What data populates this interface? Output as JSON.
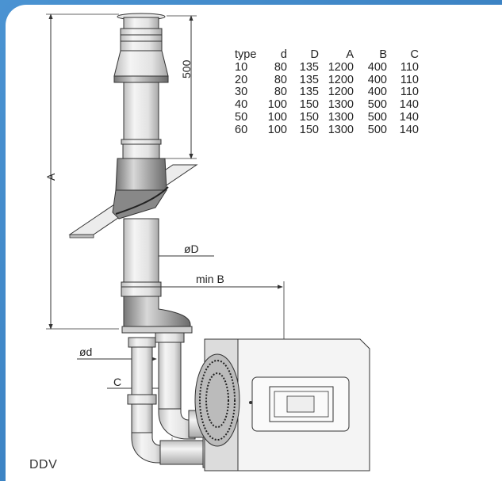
{
  "diagram": {
    "model": "DDV",
    "dimension_labels": {
      "A": "A",
      "B": "min B",
      "C": "C",
      "D": "øD",
      "d": "ød",
      "fixed_500": "500"
    }
  },
  "spec_table": {
    "headers": [
      "type",
      "d",
      "D",
      "A",
      "B",
      "C"
    ],
    "rows": [
      [
        "10",
        "80",
        "135",
        "1200",
        "400",
        "110"
      ],
      [
        "20",
        "80",
        "135",
        "1200",
        "400",
        "110"
      ],
      [
        "30",
        "80",
        "135",
        "1200",
        "400",
        "110"
      ],
      [
        "40",
        "100",
        "150",
        "1300",
        "500",
        "140"
      ],
      [
        "50",
        "100",
        "150",
        "1300",
        "500",
        "140"
      ],
      [
        "60",
        "100",
        "150",
        "1300",
        "500",
        "140"
      ]
    ]
  }
}
